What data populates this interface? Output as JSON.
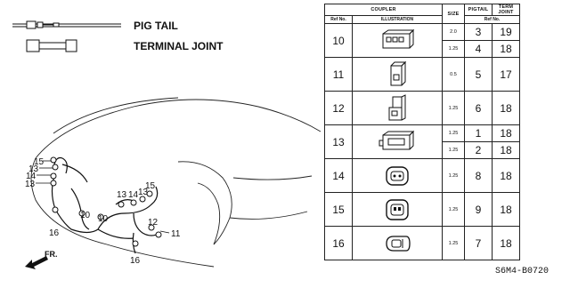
{
  "legend": {
    "pig_tail": "PIG TAIL",
    "terminal_joint": "TERMINAL JOINT"
  },
  "callouts": [
    "15",
    "13",
    "14",
    "13",
    "16",
    "10",
    "10",
    "13",
    "14",
    "15",
    "13",
    "12",
    "11",
    "16"
  ],
  "front_label": "FR.",
  "table": {
    "headers": {
      "coupler": "COUPLER",
      "size": "SIZE",
      "pigtail": "PIGTAIL",
      "term_joint_1": "TERM",
      "term_joint_2": "JOINT",
      "ref_no": "Ref No.",
      "illustration": "ILLUSTRATION",
      "ref_no_2": "Ref No."
    },
    "rows": [
      {
        "ref": "10",
        "sub": [
          {
            "size": "2.0",
            "pigtail": "3",
            "term": "19"
          },
          {
            "size": "1.25",
            "pigtail": "4",
            "term": "18"
          }
        ],
        "illustration": "multi-pin-connector-icon"
      },
      {
        "ref": "11",
        "sub": [
          {
            "size": "0.5",
            "pigtail": "5",
            "term": "17"
          }
        ],
        "illustration": "small-connector-icon"
      },
      {
        "ref": "12",
        "sub": [
          {
            "size": "1.25",
            "pigtail": "6",
            "term": "18"
          }
        ],
        "illustration": "angled-connector-icon"
      },
      {
        "ref": "13",
        "sub": [
          {
            "size": "1.25",
            "pigtail": "1",
            "term": "18"
          },
          {
            "size": "1.25",
            "pigtail": "2",
            "term": "18"
          }
        ],
        "illustration": "wide-connector-icon"
      },
      {
        "ref": "14",
        "sub": [
          {
            "size": "1.25",
            "pigtail": "8",
            "term": "18"
          }
        ],
        "illustration": "round-connector-icon"
      },
      {
        "ref": "15",
        "sub": [
          {
            "size": "1.25",
            "pigtail": "9",
            "term": "18"
          }
        ],
        "illustration": "oval-connector-icon"
      },
      {
        "ref": "16",
        "sub": [
          {
            "size": "1.25",
            "pigtail": "7",
            "term": "18"
          }
        ],
        "illustration": "plug-connector-icon"
      }
    ]
  },
  "diagram_code": "S6M4-B0720"
}
